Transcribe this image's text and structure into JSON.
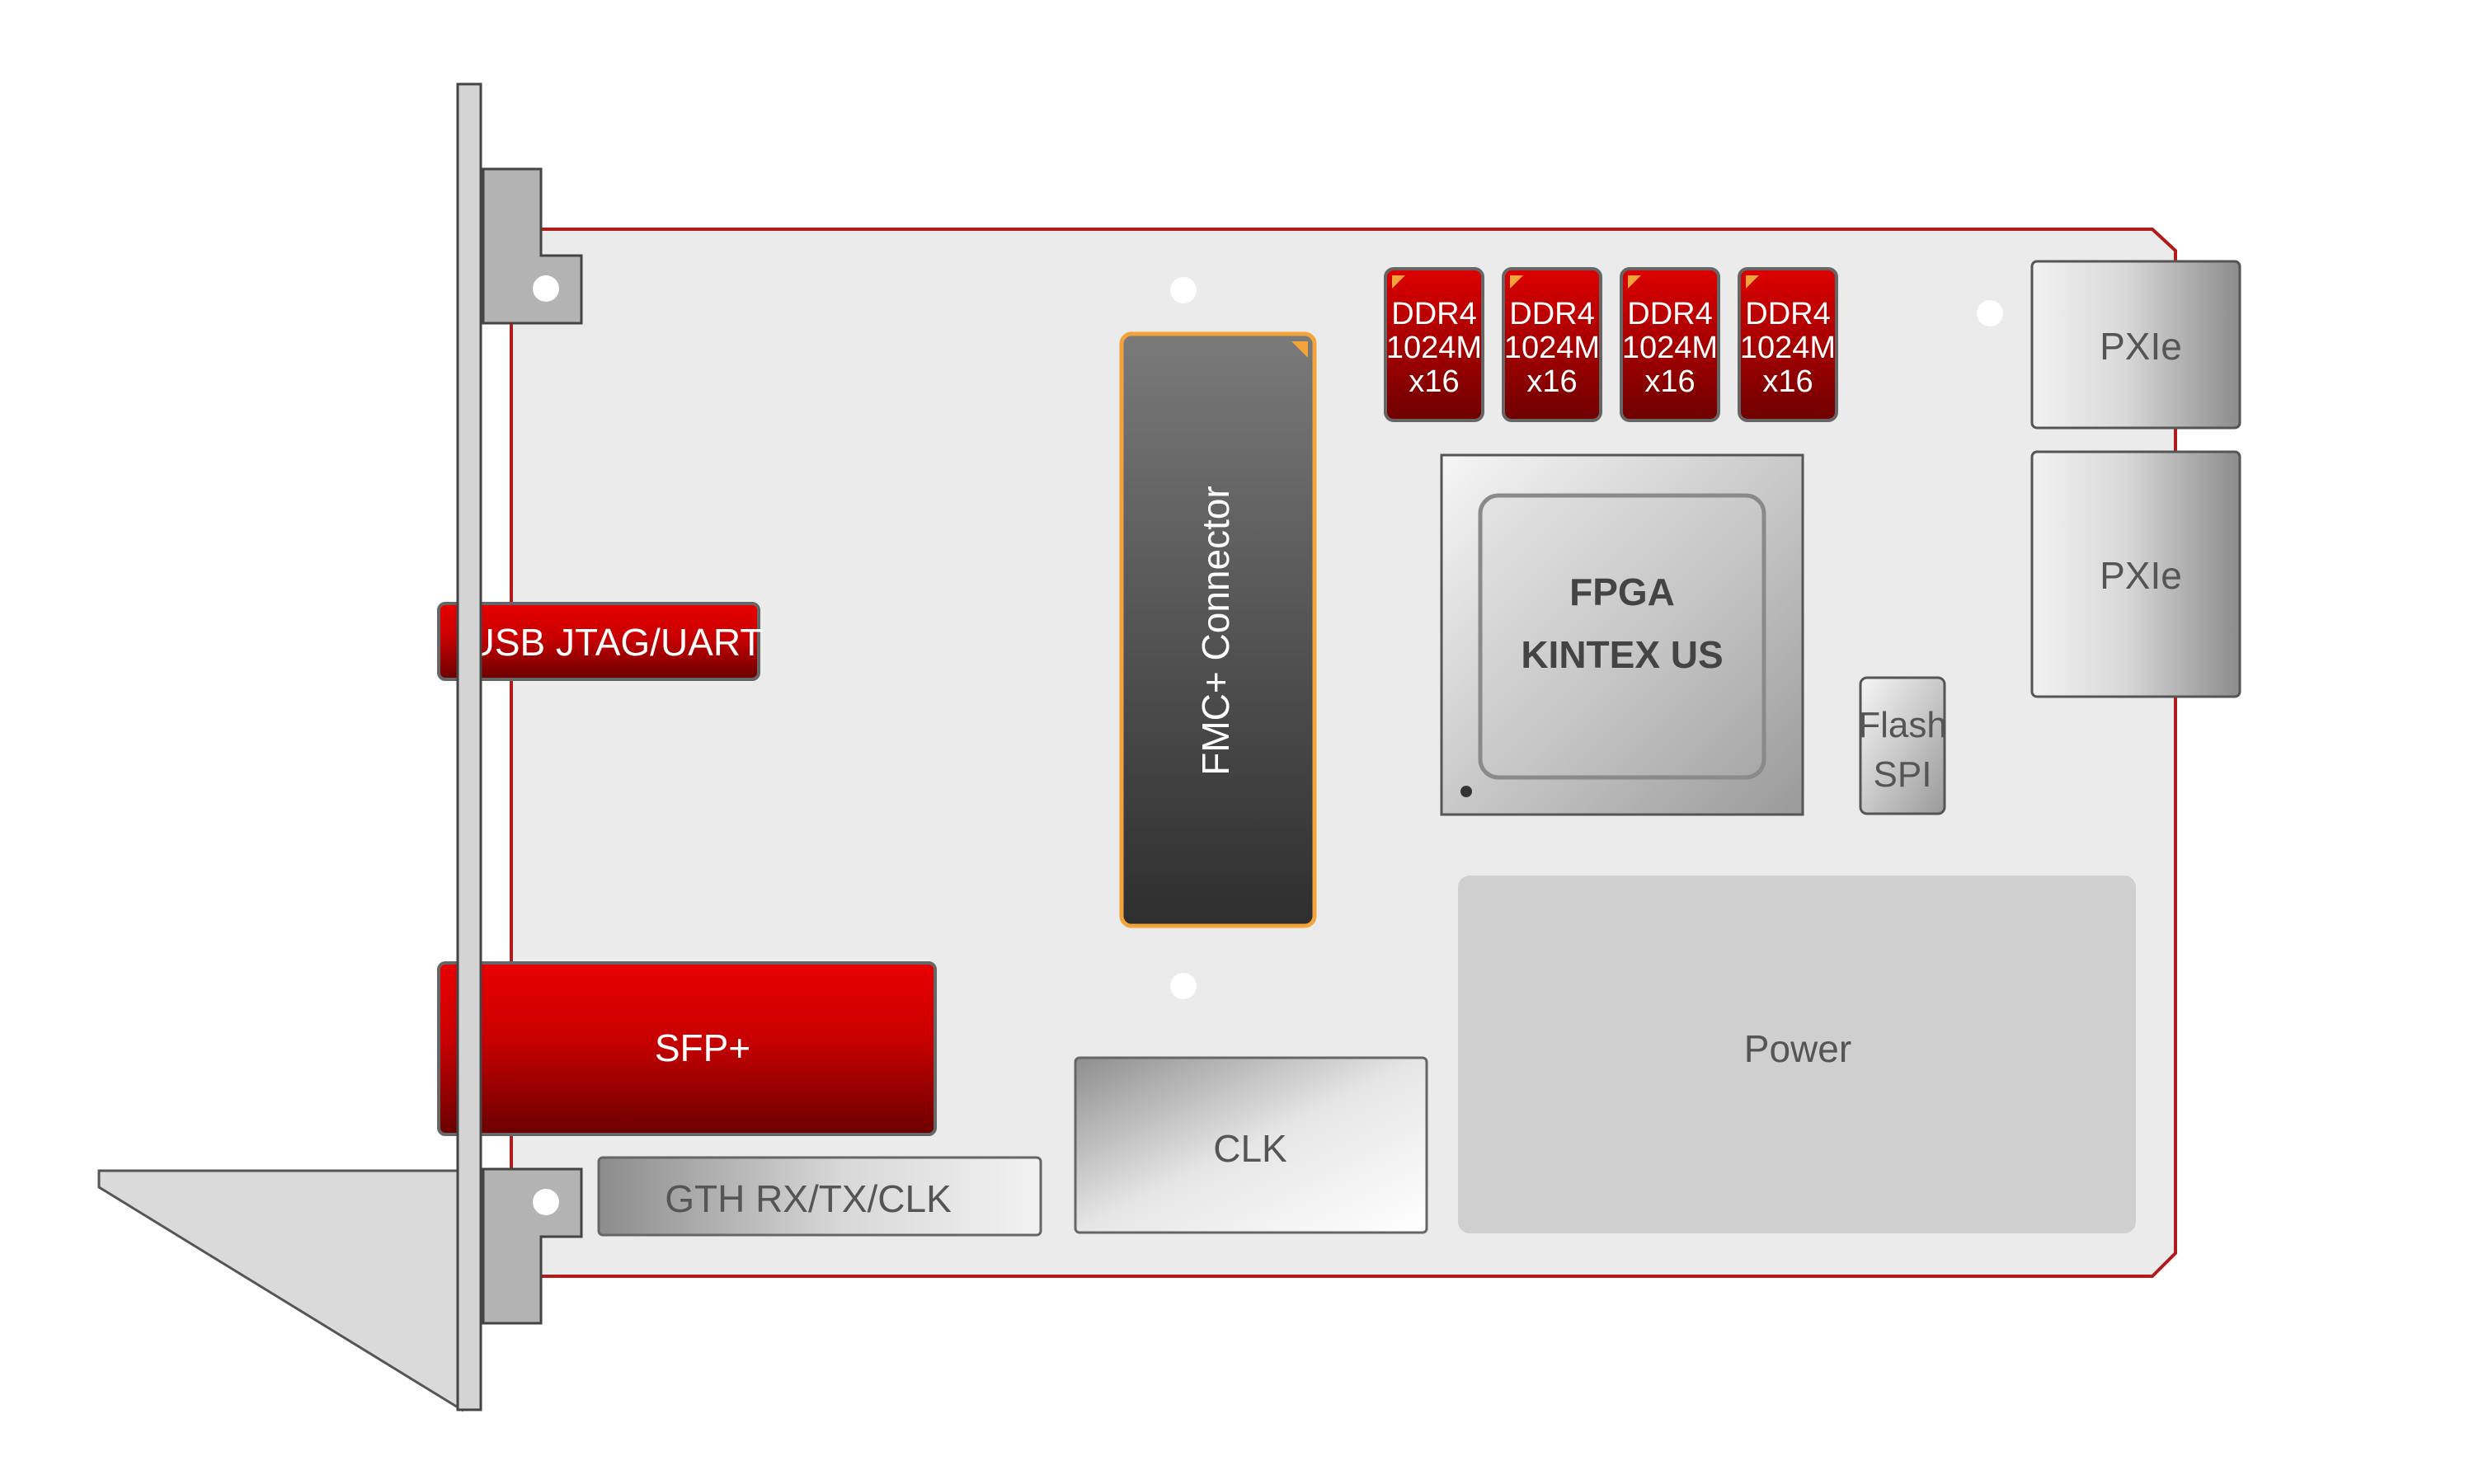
{
  "board": {
    "components": {
      "usb": "USB JTAG/UART",
      "sfp": "SFP+",
      "gth": "GTH RX/TX/CLK",
      "fmc": "FMC+ Connector",
      "ddr": [
        {
          "line1": "DDR4",
          "line2": "1024M",
          "line3": "x16"
        },
        {
          "line1": "DDR4",
          "line2": "1024M",
          "line3": "x16"
        },
        {
          "line1": "DDR4",
          "line2": "1024M",
          "line3": "x16"
        },
        {
          "line1": "DDR4",
          "line2": "1024M",
          "line3": "x16"
        }
      ],
      "fpga": {
        "line1": "FPGA",
        "line2": "KINTEX US"
      },
      "flash": {
        "line1": "Flash",
        "line2": "SPI"
      },
      "pxie": [
        "PXIe",
        "PXIe"
      ],
      "clk": "CLK",
      "power": "Power"
    },
    "colors": {
      "pcb_fill": "#ebebeb",
      "pcb_outline": "#b01c1c",
      "red_component": "#d40000",
      "dark_red": "#7a0000",
      "fmc_outline": "#f2a33a",
      "fmc_fill": "#4a4a4a",
      "bracket": "#d9d9d9",
      "power_fill": "#cfcfcf"
    }
  }
}
